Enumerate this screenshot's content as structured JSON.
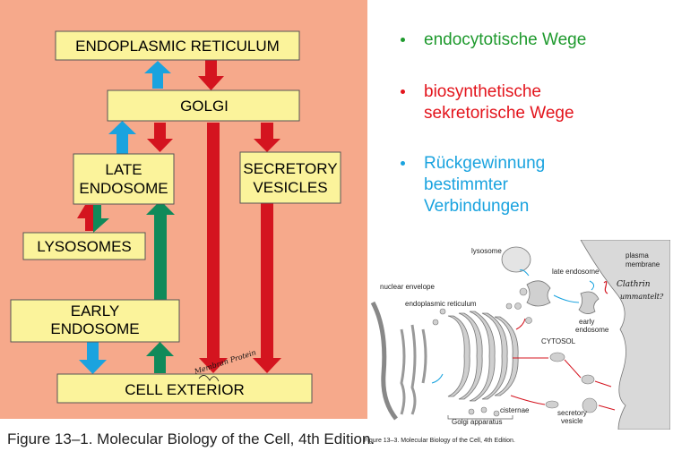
{
  "left_diagram": {
    "boxes": {
      "er": "ENDOPLASMIC RETICULUM",
      "golgi": "GOLGI",
      "late_endosome_line1": "LATE",
      "late_endosome_line2": "ENDOSOME",
      "secretory_line1": "SECRETORY",
      "secretory_line2": "VESICLES",
      "lysosomes": "LYSOSOMES",
      "early_endosome_line1": "EARLY",
      "early_endosome_line2": "ENDOSOME",
      "cell_exterior": "CELL EXTERIOR"
    },
    "arrow_colors": {
      "blue": "#1aa3df",
      "red": "#d4141f",
      "green": "#0f8a5a"
    },
    "box_fill": "#fbf39b",
    "panel_bg": "#f6a98b",
    "handwritten_note": "Membran Protein"
  },
  "legend": {
    "items": [
      {
        "text": "endocytotische Wege",
        "color": "#1f9a2e"
      },
      {
        "text": "biosynthetische sekretorische Wege",
        "color": "#e3141c"
      },
      {
        "text": "Rückgewinnung bestimmter Verbindungen",
        "color": "#1aa3df"
      }
    ]
  },
  "cell_diagram": {
    "labels": {
      "lysosome": "lysosome",
      "late_endosome": "late endosome",
      "plasma_membrane_1": "plasma",
      "plasma_membrane_2": "membrane",
      "nuclear_envelope": "nuclear envelope",
      "er": "endoplasmic reticulum",
      "early_endosome_1": "early",
      "early_endosome_2": "endosome",
      "cytosol": "CYTOSOL",
      "cisternae": "cisternae",
      "golgi_apparatus": "Golgi apparatus",
      "secretory_1": "secretory",
      "secretory_2": "vesicle"
    },
    "handwritten_note_1": "Clathrin",
    "handwritten_note_2": "ummantelt?"
  },
  "captions": {
    "left": "Figure 13–1. Molecular Biology of the Cell, 4th Edition.",
    "right": "Figure 13–3. Molecular Biology of the Cell, 4th Edition."
  }
}
